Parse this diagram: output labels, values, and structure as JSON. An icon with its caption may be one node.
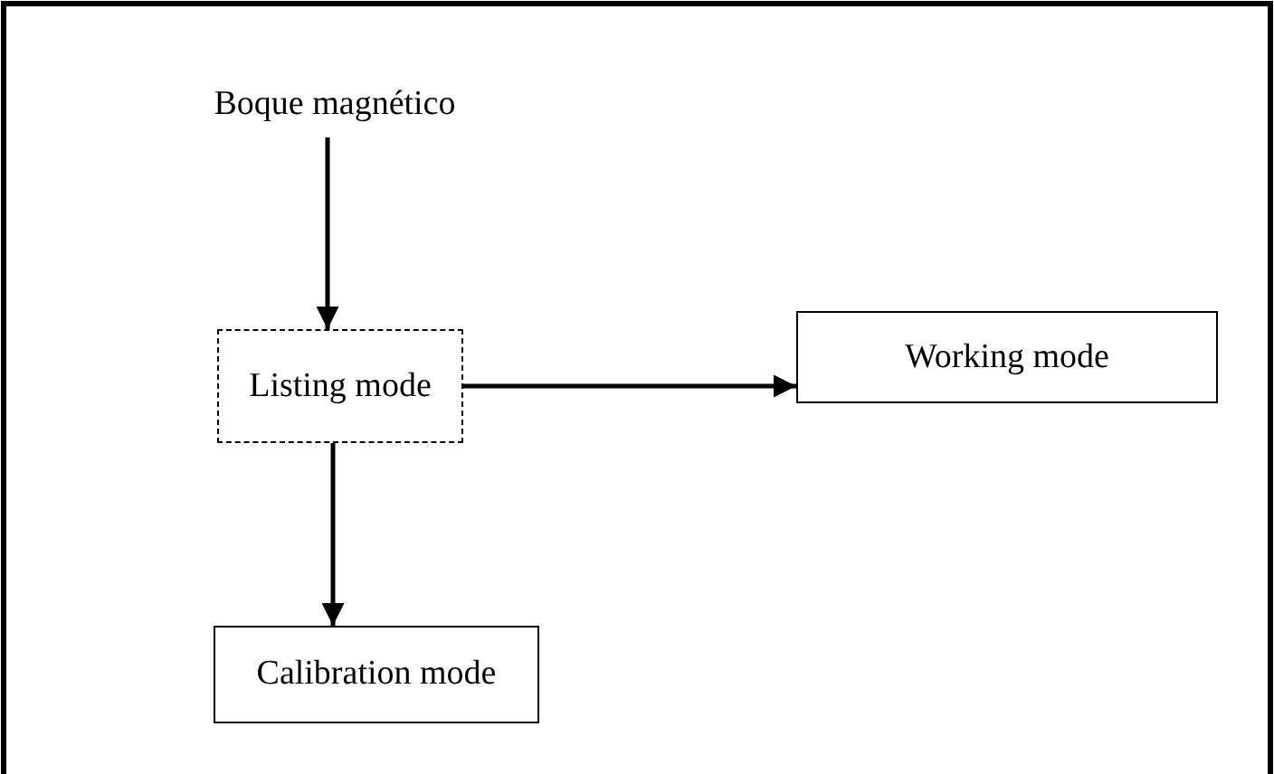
{
  "diagram": {
    "nodes": [
      {
        "text": [
          "Boque magnético"
        ]
      },
      {
        "text": [
          "Listing mode"
        ]
      },
      {
        "text": [
          "Working mode"
        ]
      },
      {
        "text": [
          "Calibration mode"
        ]
      }
    ],
    "edges": [
      {
        "from": 0,
        "to": 1,
        "arrow": "to"
      },
      {
        "from": 1,
        "to": 2,
        "arrow": "to"
      },
      {
        "from": 1,
        "to": 3,
        "arrow": "to"
      }
    ]
  }
}
